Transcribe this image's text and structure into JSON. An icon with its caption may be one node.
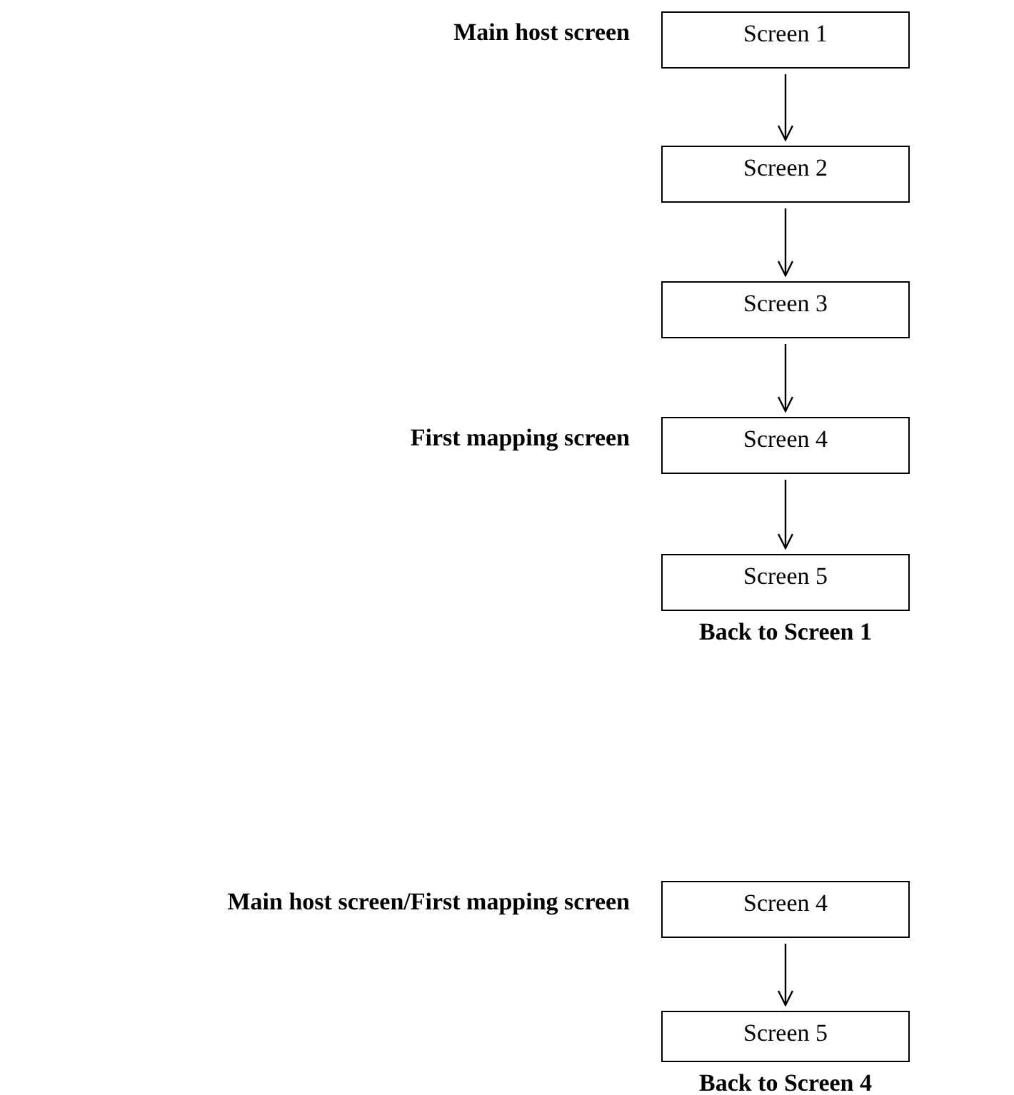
{
  "diagram": {
    "nodes": [
      {
        "text": [
          "Screen 1"
        ],
        "beside": [
          "Main host screen"
        ]
      },
      {
        "text": [
          "Screen 2"
        ]
      },
      {
        "text": [
          "Screen 3"
        ]
      },
      {
        "text": [
          "Screen 4"
        ],
        "beside": [
          "First mapping screen"
        ]
      },
      {
        "text": [
          "Screen 5"
        ],
        "beside": [
          "Back to Screen 1"
        ]
      },
      {
        "text": [
          "Screen 4"
        ],
        "beside": [
          "Main host screen/First mapping screen"
        ]
      },
      {
        "text": [
          "Screen 5"
        ],
        "beside": [
          "Back to Screen 4"
        ]
      }
    ],
    "edges": [
      {
        "from": 0,
        "to": 1,
        "arrow": "to"
      },
      {
        "from": 1,
        "to": 2,
        "arrow": "to"
      },
      {
        "from": 2,
        "to": 3,
        "arrow": "to"
      },
      {
        "from": 3,
        "to": 4,
        "arrow": "to"
      },
      {
        "from": 5,
        "to": 6,
        "arrow": "to"
      }
    ]
  }
}
